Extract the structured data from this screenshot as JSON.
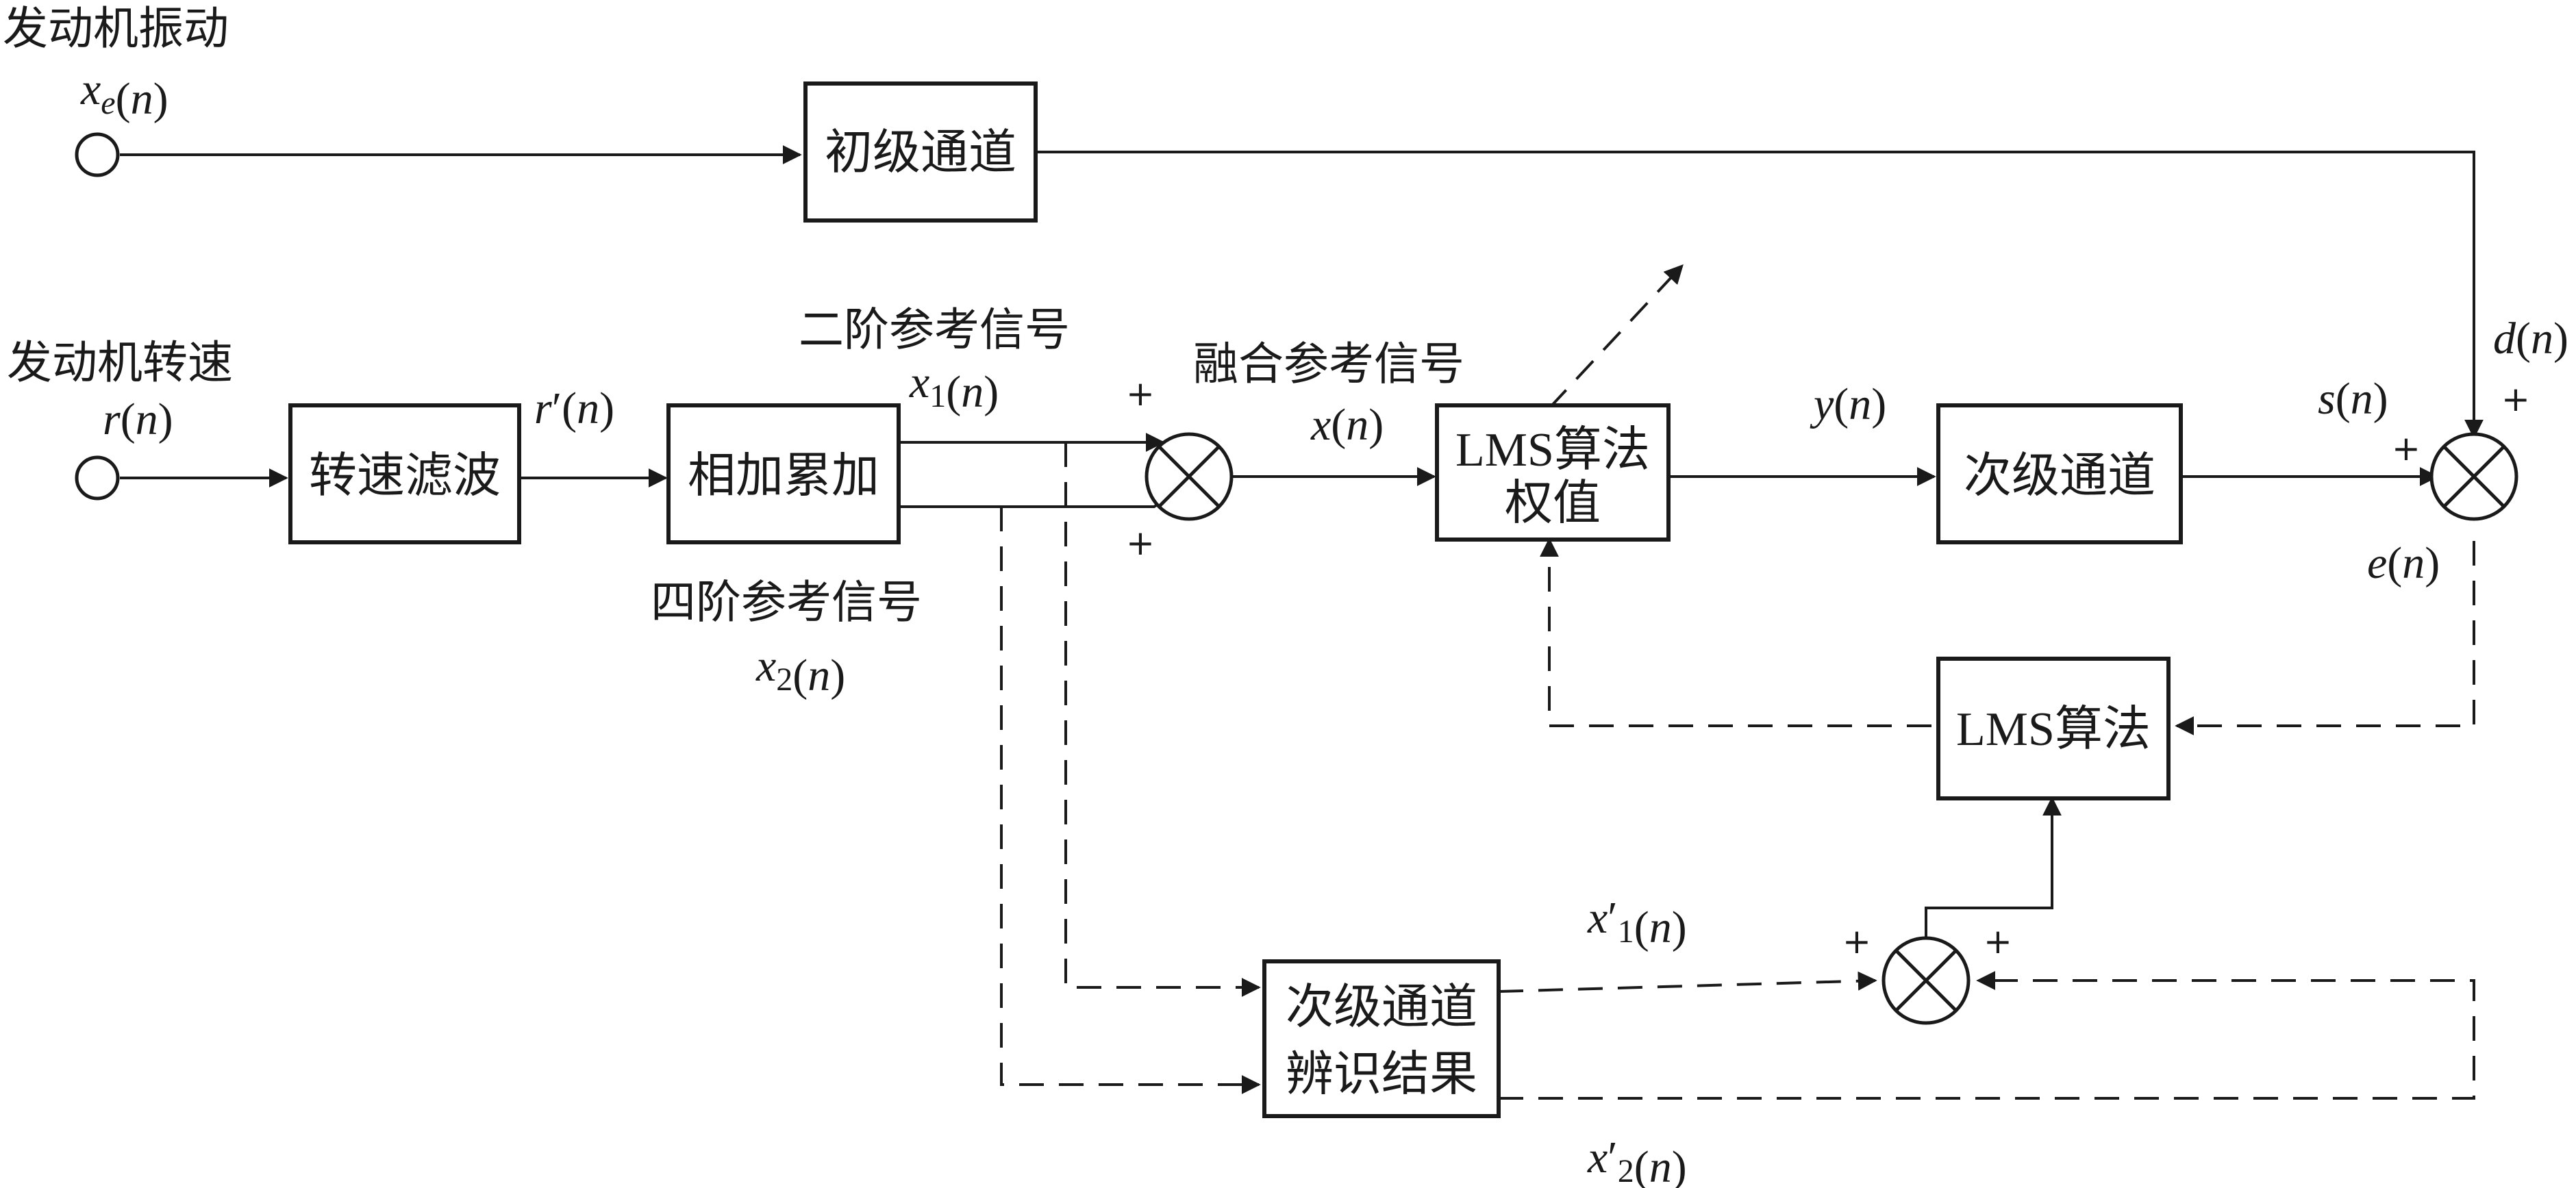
{
  "inputs": {
    "engine_vibration": "发动机振动",
    "engine_speed": "发动机转速"
  },
  "blocks": {
    "primary_path": "初级通道",
    "speed_filter": "转速滤波",
    "accumulate": "相加累加",
    "lms_weights_line1": "LMS算法",
    "lms_weights_line2": "权值",
    "secondary_path": "次级通道",
    "lms_algorithm": "LMS算法",
    "secondary_id_line1": "次级通道",
    "secondary_id_line2": "辨识结果"
  },
  "labels": {
    "second_order_ref": "二阶参考信号",
    "fourth_order_ref": "四阶参考信号",
    "fused_ref": "融合参考信号"
  },
  "signals": {
    "xe": "x_e(n)",
    "r": "r(n)",
    "r_prime": "r′(n)",
    "x1": "x_1(n)",
    "x2": "x_2(n)",
    "x": "x(n)",
    "y": "y(n)",
    "s": "s(n)",
    "d": "d(n)",
    "e": "e(n)",
    "x1_prime": "x′_1(n)",
    "x2_prime": "x′_2(n)"
  },
  "signs": {
    "plus": "+"
  }
}
